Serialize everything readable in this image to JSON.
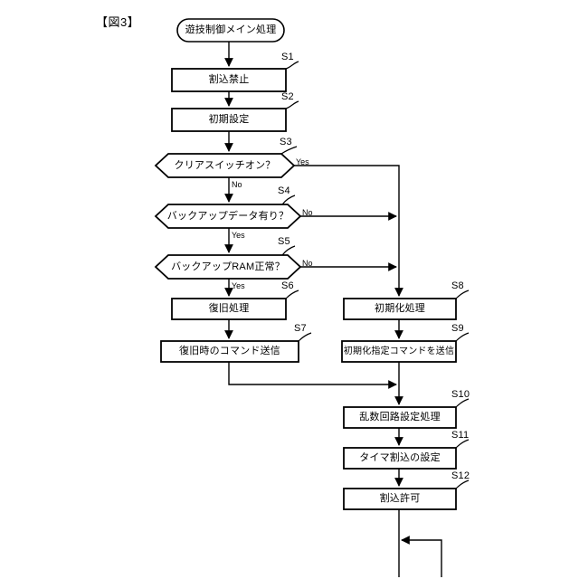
{
  "figure": {
    "label": "【図3】",
    "title_node": {
      "id": "start",
      "text": "遊技制御メイン処理",
      "shape": "rounded-terminal"
    }
  },
  "branch_labels": {
    "yes": "Yes",
    "no": "No"
  },
  "nodes": [
    {
      "id": "S1",
      "step": "S1",
      "text": "割込禁止",
      "shape": "process",
      "column": "left"
    },
    {
      "id": "S2",
      "step": "S2",
      "text": "初期設定",
      "shape": "process",
      "column": "left"
    },
    {
      "id": "S3",
      "step": "S3",
      "text": "クリアスイッチオン？",
      "shape": "decision",
      "column": "left",
      "right_branch": "Yes",
      "down_branch": "No"
    },
    {
      "id": "S4",
      "step": "S4",
      "text": "バックアップデータ有り？",
      "shape": "decision",
      "column": "left",
      "right_branch": "No",
      "down_branch": "Yes"
    },
    {
      "id": "S5",
      "step": "S5",
      "text": "バックアップRAM正常？",
      "shape": "decision",
      "column": "left",
      "right_branch": "No",
      "down_branch": "Yes"
    },
    {
      "id": "S6",
      "step": "S6",
      "text": "復旧処理",
      "shape": "process",
      "column": "left"
    },
    {
      "id": "S7",
      "step": "S7",
      "text": "復旧時のコマンド送信",
      "shape": "process",
      "column": "left"
    },
    {
      "id": "S8",
      "step": "S8",
      "text": "初期化処理",
      "shape": "process",
      "column": "right"
    },
    {
      "id": "S9",
      "step": "S9",
      "text": "初期化指定コマンドを送信",
      "shape": "process",
      "column": "right"
    },
    {
      "id": "S10",
      "step": "S10",
      "text": "乱数回路設定処理",
      "shape": "process",
      "column": "right"
    },
    {
      "id": "S11",
      "step": "S11",
      "text": "タイマ割込の設定",
      "shape": "process",
      "column": "right"
    },
    {
      "id": "S12",
      "step": "S12",
      "text": "割込許可",
      "shape": "process",
      "column": "right"
    }
  ],
  "colors": {
    "stroke": "#000000",
    "background": "#ffffff",
    "text": "#000000"
  }
}
